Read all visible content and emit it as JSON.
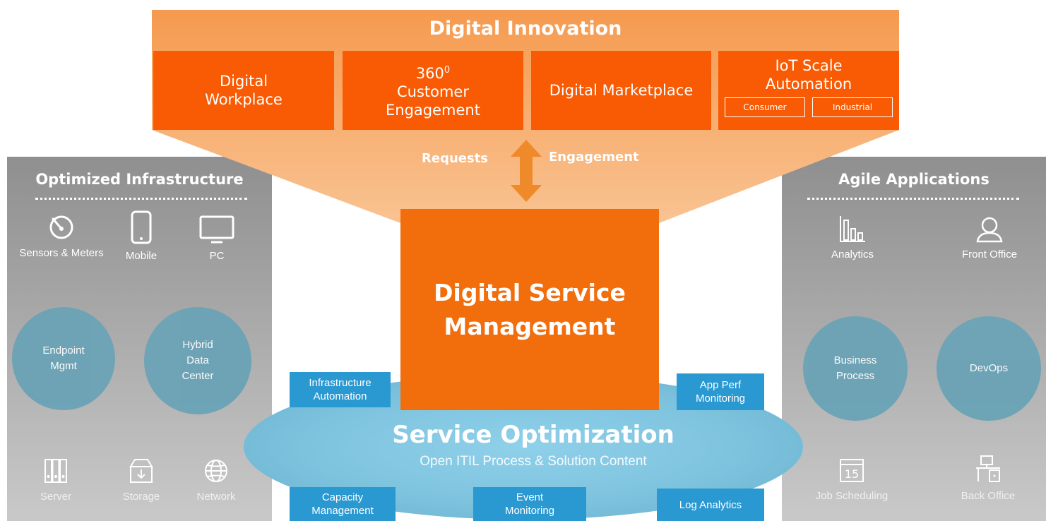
{
  "header": {
    "title": "Digital Innovation",
    "boxes": [
      {
        "lines": [
          "Digital",
          "Workplace"
        ]
      },
      {
        "lines": [
          "360",
          "Customer",
          "Engagement"
        ],
        "superscript": "0"
      },
      {
        "lines": [
          "Digital Marketplace"
        ]
      },
      {
        "lines": [
          "IoT Scale",
          "Automation"
        ],
        "sub_items": [
          "Consumer",
          "Industrial"
        ]
      }
    ]
  },
  "flow": {
    "left_label": "Requests",
    "right_label": "Engagement"
  },
  "center": {
    "title": "Digital Service\nManagement"
  },
  "left_panel": {
    "title": "Optimized Infrastructure",
    "top_items": [
      {
        "label": "Sensors & Meters",
        "icon": "gauge-icon"
      },
      {
        "label": "Mobile",
        "icon": "mobile-icon"
      },
      {
        "label": "PC",
        "icon": "monitor-icon"
      }
    ],
    "circles": [
      "Endpoint\nMgmt",
      "Hybrid\nData\nCenter"
    ],
    "bottom_items": [
      {
        "label": "Server",
        "icon": "server-icon"
      },
      {
        "label": "Storage",
        "icon": "storage-icon"
      },
      {
        "label": "Network",
        "icon": "globe-icon"
      }
    ]
  },
  "right_panel": {
    "title": "Agile Applications",
    "top_items": [
      {
        "label": "Analytics",
        "icon": "bar-chart-icon"
      },
      {
        "label": "Front Office",
        "icon": "user-icon"
      }
    ],
    "circles": [
      "Business\nProcess",
      "DevOps"
    ],
    "bottom_items": [
      {
        "label": "Job Scheduling",
        "icon": "calendar-icon",
        "calendar_day": "15"
      },
      {
        "label": "Back Office",
        "icon": "desk-icon"
      }
    ]
  },
  "optimization": {
    "title": "Service Optimization",
    "subtitle": "Open ITIL Process & Solution Content",
    "tags": [
      "Infrastructure\nAutomation",
      "App Perf\nMonitoring",
      "Capacity\nManagement",
      "Event\nMonitoring",
      "Log Analytics"
    ]
  },
  "colors": {
    "innovation_orange": "#f95b04",
    "funnel_orange": "#f7a35c",
    "dsm_orange": "#f26e0d",
    "tag_blue": "#2a98d1",
    "ellipse_blue": "#7ec3de",
    "circle_blue": "#6aa3b6",
    "panel_gray": "#a0a0a0"
  }
}
